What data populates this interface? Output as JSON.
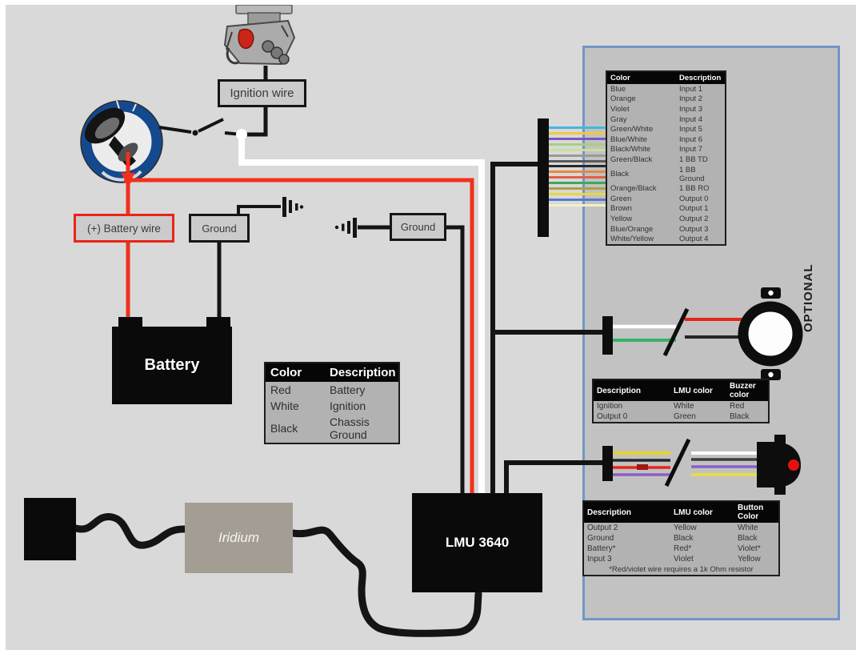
{
  "colors": {
    "page_bg": "#d9d9d9",
    "panel_bg": "#c3c2c2",
    "panel_border": "#7296c6",
    "red_wire": "#f2301c",
    "white_wire": "#ffffff",
    "black_wire": "#141414",
    "battery_wire_box_border": "#ea2517",
    "key_switch_ring": "#15498e",
    "buzzer_led_red": "#e81010",
    "table_header_bg": "#060606"
  },
  "boxes": {
    "ignition_wire": "Ignition wire",
    "battery_wire": "(+) Battery wire",
    "ground1": "Ground",
    "ground2": "Ground",
    "battery": "Battery",
    "lmu": "LMU 3640",
    "iridium": "Iridium"
  },
  "optional_panel": {
    "label": "OPTIONAL",
    "io_table": {
      "headers": [
        "Color",
        "Description"
      ],
      "rows": [
        [
          "Blue",
          "Input 1"
        ],
        [
          "Orange",
          "Input 2"
        ],
        [
          "Violet",
          "Input 3"
        ],
        [
          "Gray",
          "Input 4"
        ],
        [
          "Green/White",
          "Input 5"
        ],
        [
          "Blue/White",
          "Input 6"
        ],
        [
          "Black/White",
          "Input 7"
        ],
        [
          "Green/Black",
          "1 BB TD"
        ],
        [
          "Black",
          "1 BB Ground"
        ],
        [
          "Orange/Black",
          "1 BB RO"
        ],
        [
          "Green",
          "Output 0"
        ],
        [
          "Brown",
          "Output 1"
        ],
        [
          "Yellow",
          "Output 2"
        ],
        [
          "Blue/Orange",
          "Output 3"
        ],
        [
          "White/Yellow",
          "Output 4"
        ]
      ]
    },
    "buzzer_table": {
      "headers": [
        "Description",
        "LMU color",
        "Buzzer color"
      ],
      "rows": [
        [
          "Ignition",
          "White",
          "Red"
        ],
        [
          "Output 0",
          "Green",
          "Black"
        ]
      ]
    },
    "button_table": {
      "headers": [
        "Description",
        "LMU color",
        "Button Color"
      ],
      "rows": [
        [
          "Output 2",
          "Yellow",
          "White"
        ],
        [
          "Ground",
          "Black",
          "Black"
        ],
        [
          "Battery*",
          "Red*",
          "Violet*"
        ],
        [
          "Input 3",
          "Violet",
          "Yellow"
        ]
      ],
      "note": "*Red/violet wire requires a 1k Ohm resistor"
    }
  },
  "main_table": {
    "headers": [
      "Color",
      "Description"
    ],
    "rows": [
      [
        "Red",
        "Battery"
      ],
      [
        "White",
        "Ignition"
      ],
      [
        "Black",
        "Chassis Ground"
      ]
    ]
  },
  "harness": {
    "colors": [
      "#45b6e0",
      "#f0c840",
      "#7a58c0",
      "#a8d080",
      "#c8e0a0",
      "#9a9a9a",
      "#5a5a5a",
      "#282828",
      "#e8883c",
      "#e06048",
      "#3aa860",
      "#b0a040",
      "#e8d840",
      "#5878d0",
      "#f0f0c8"
    ]
  }
}
